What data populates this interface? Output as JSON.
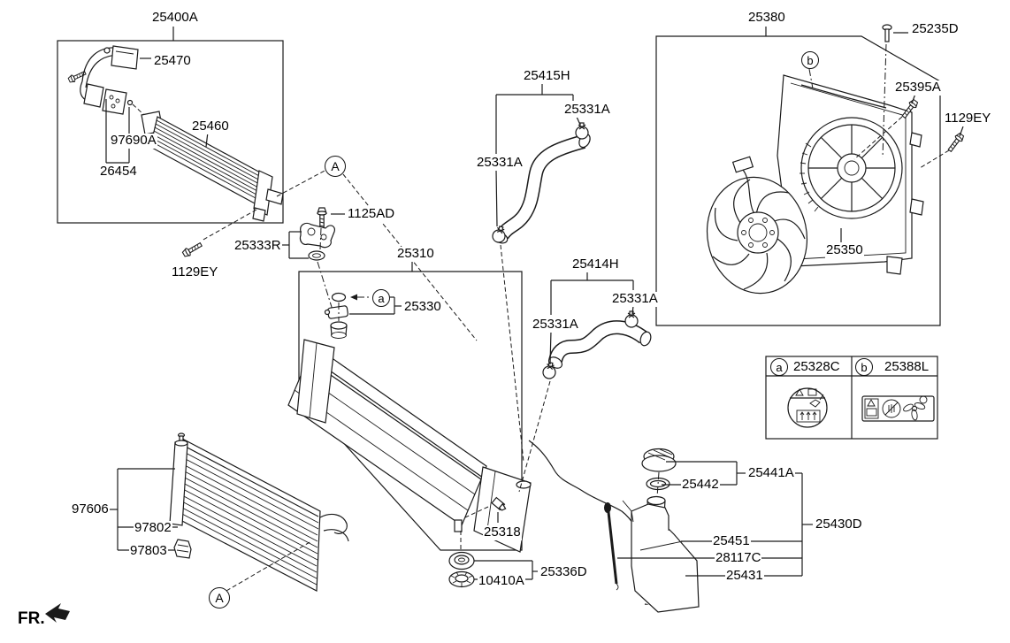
{
  "labels": [
    {
      "id": "25400A",
      "text": "25400A"
    },
    {
      "id": "25470",
      "text": "25470"
    },
    {
      "id": "97690A",
      "text": "97690A"
    },
    {
      "id": "26454",
      "text": "26454"
    },
    {
      "id": "25460",
      "text": "25460"
    },
    {
      "id": "1125AD",
      "text": "1125AD"
    },
    {
      "id": "25333R",
      "text": "25333R"
    },
    {
      "id": "1129EY-left",
      "text": "1129EY"
    },
    {
      "id": "25310",
      "text": "25310"
    },
    {
      "id": "25330",
      "text": "25330"
    },
    {
      "id": "25415H",
      "text": "25415H"
    },
    {
      "id": "25331A-upper-right",
      "text": "25331A"
    },
    {
      "id": "25331A-upper-left",
      "text": "25331A"
    },
    {
      "id": "25414H",
      "text": "25414H"
    },
    {
      "id": "25331A-lower-right",
      "text": "25331A"
    },
    {
      "id": "25331A-lower-left",
      "text": "25331A"
    },
    {
      "id": "25380",
      "text": "25380"
    },
    {
      "id": "25235D",
      "text": "25235D"
    },
    {
      "id": "25395A",
      "text": "25395A"
    },
    {
      "id": "1129EY-right",
      "text": "1129EY"
    },
    {
      "id": "25350",
      "text": "25350"
    },
    {
      "id": "25441A",
      "text": "25441A"
    },
    {
      "id": "25442",
      "text": "25442"
    },
    {
      "id": "25430D",
      "text": "25430D"
    },
    {
      "id": "25451",
      "text": "25451"
    },
    {
      "id": "28117C",
      "text": "28117C"
    },
    {
      "id": "25431",
      "text": "25431"
    },
    {
      "id": "97606",
      "text": "97606"
    },
    {
      "id": "97802",
      "text": "97802"
    },
    {
      "id": "97803",
      "text": "97803"
    },
    {
      "id": "25318",
      "text": "25318"
    },
    {
      "id": "25336D",
      "text": "25336D"
    },
    {
      "id": "10410A",
      "text": "10410A"
    }
  ],
  "view_markers": {
    "cooler_view": "A",
    "radiator_cap_detail": "a",
    "shroud_detail": "b",
    "condenser_view": "A"
  },
  "legend": {
    "rows": [
      {
        "marker": "a",
        "part_number": "25328C"
      },
      {
        "marker": "b",
        "part_number": "25388L"
      }
    ]
  },
  "direction_marker": {
    "text": "FR."
  },
  "colors": {
    "line": "#1a1a1a",
    "text": "#000000",
    "background": "#ffffff"
  }
}
